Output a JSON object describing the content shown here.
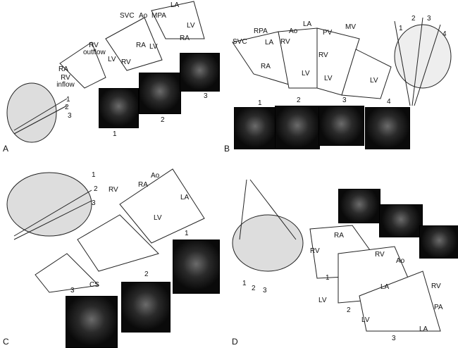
{
  "panels": {
    "A": {
      "letter": "A",
      "labels": [
        "SVC",
        "Ao",
        "MPA",
        "LA",
        "LV",
        "RV outflow",
        "RA",
        "RA",
        "LV",
        "RA",
        "RV inflow",
        "LV",
        "RV"
      ],
      "probe_positions": [
        "1",
        "2",
        "3"
      ],
      "image_numbers": [
        "1",
        "2",
        "3"
      ]
    },
    "B": {
      "letter": "B",
      "labels": [
        "RPA",
        "SVC",
        "LA",
        "RA",
        "Ao",
        "LA",
        "RV",
        "LV",
        "PV",
        "MV",
        "RV",
        "LV",
        "LV"
      ],
      "probe_positions": [
        "1",
        "2",
        "3",
        "4"
      ],
      "image_numbers": [
        "1",
        "2",
        "3",
        "4"
      ]
    },
    "C": {
      "letter": "C",
      "labels": [
        "RA",
        "Ao",
        "RV",
        "LA",
        "LV",
        "CS"
      ],
      "probe_positions": [
        "1",
        "2",
        "3"
      ],
      "image_numbers": [
        "1",
        "2",
        "3"
      ]
    },
    "D": {
      "letter": "D",
      "labels": [
        "RA",
        "RV",
        "RV",
        "Ao",
        "LA",
        "LV",
        "RV",
        "PA",
        "LV",
        "LA"
      ],
      "probe_positions": [
        "1",
        "2",
        "3"
      ],
      "image_numbers": [
        "1",
        "2",
        "3"
      ]
    }
  }
}
